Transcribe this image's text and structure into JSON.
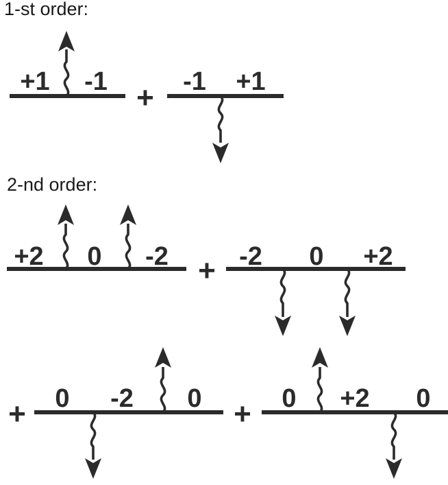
{
  "headings": {
    "first": "1-st order:",
    "second": "2-nd order:"
  },
  "operators": {
    "plus": "+"
  },
  "diagrams": [
    {
      "labels": [
        "+1",
        "-1"
      ]
    },
    {
      "labels": [
        "-1",
        "+1"
      ]
    },
    {
      "labels": [
        "+2",
        "0",
        "-2"
      ]
    },
    {
      "labels": [
        "-2",
        "0",
        "+2"
      ]
    },
    {
      "labels": [
        "0",
        "-2",
        "0"
      ]
    },
    {
      "labels": [
        "0",
        "+2",
        "0"
      ]
    }
  ],
  "colors": {
    "ink": "#2b2b2b"
  }
}
